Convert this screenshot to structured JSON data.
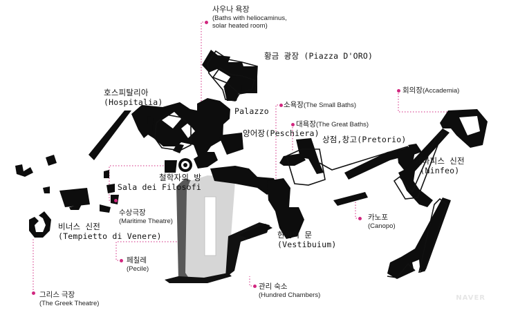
{
  "labels": {
    "baths_heliocaminus": {
      "ko": "사우나 욕장",
      "en_line1": "(Baths with heliocaminus,",
      "en_line2": "solar heated room)"
    },
    "piazza_doro": "황금 광장 (Piazza D'ORO)",
    "hospitalia": {
      "ko": "호스피탈리아",
      "en": "(Hospitalia)"
    },
    "palazzo": "Palazzo",
    "small_baths": {
      "ko": "소욕장",
      "en": "(The Small Baths)"
    },
    "great_baths": {
      "ko": "대욕장",
      "en": "(The Great Baths)"
    },
    "peschiera": "양어장(Peschiera)",
    "pretorio": "상점,창고(Pretorio)",
    "accademia": {
      "ko": "회의장",
      "en": "(Accademia)"
    },
    "ninfeo": {
      "ko": "세라피스 신전",
      "en": "(Ninfeo)"
    },
    "sala_filosofi": {
      "ko": "철학자의 방",
      "en": "Sala dei Filosofi"
    },
    "maritime_theatre": {
      "ko": "수상극장",
      "en": "(Maritime Theatre)"
    },
    "tempietto": {
      "ko": "비너스 신전",
      "en": "(Tempietto di Venere)"
    },
    "vestibuium": {
      "ko": "현인의 문",
      "en": "(Vestibuium)"
    },
    "canopo": {
      "ko": "카노포",
      "en": "(Canopo)"
    },
    "pecile": {
      "ko": "페칠레",
      "en": "(Pecile)"
    },
    "hundred_chambers": {
      "ko": "관리 숙소",
      "en": "(Hundred Chambers)"
    },
    "greek_theatre": {
      "ko": "그리스 극장",
      "en": "(The Greek Theatre)"
    }
  },
  "watermark": "NAVER",
  "colors": {
    "leader": "#d1277f",
    "building": "#0d0d0d",
    "pecile_gray": "#585858",
    "court": "#d6d6d6"
  }
}
